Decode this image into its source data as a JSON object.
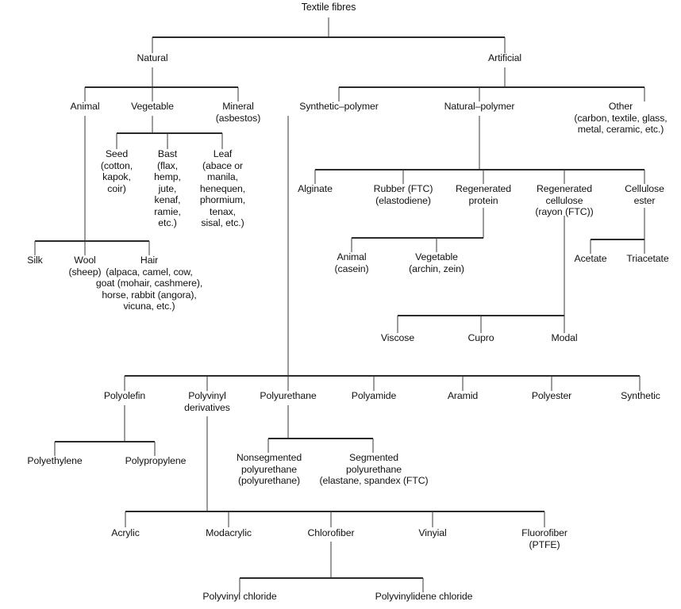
{
  "diagram": {
    "title": "Textile fibres",
    "type": "hierarchy-tree",
    "line_color": "#333333",
    "thick_line_color": "#2b2b2b",
    "background": "#ffffff",
    "text_color": "#111111"
  },
  "nodes": {
    "root": {
      "label": "Textile fibres"
    },
    "natural": {
      "label": "Natural"
    },
    "artificial": {
      "label": "Artificial"
    },
    "animal": {
      "label": "Animal"
    },
    "vegetable": {
      "label": "Vegetable"
    },
    "mineral": {
      "label": "Mineral\n(asbestos)"
    },
    "synthetic_polymer": {
      "label": "Synthetic–polymer"
    },
    "natural_polymer": {
      "label": "Natural–polymer"
    },
    "other": {
      "label": "Other\n(carbon, textile, glass,\nmetal, ceramic, etc.)"
    },
    "seed": {
      "label": "Seed\n(cotton,\nkapok,\ncoir)"
    },
    "bast": {
      "label": "Bast\n(flax,\nhemp,\njute,\nkenaf,\nramie,\netc.)"
    },
    "leaf": {
      "label": "Leaf\n(abace or\nmanila,\nhenequen,\nphormium,\ntenax,\nsisal, etc.)"
    },
    "silk": {
      "label": "Silk"
    },
    "wool": {
      "label": "Wool\n(sheep)"
    },
    "hair": {
      "label": "Hair\n(alpaca, camel, cow,\ngoat (mohair, cashmere),\nhorse, rabbit (angora),\nvicuna, etc.)"
    },
    "alginate": {
      "label": "Alginate"
    },
    "rubber": {
      "label": "Rubber (FTC)\n(elastodiene)"
    },
    "regen_protein": {
      "label": "Regenerated\nprotein"
    },
    "regen_cellulose": {
      "label": "Regenerated\ncellulose\n(rayon (FTC))"
    },
    "cellulose_ester": {
      "label": "Cellulose\nester"
    },
    "protein_animal": {
      "label": "Animal\n(casein)"
    },
    "protein_vegetable": {
      "label": "Vegetable\n(archin, zein)"
    },
    "acetate": {
      "label": "Acetate"
    },
    "triacetate": {
      "label": "Triacetate"
    },
    "viscose": {
      "label": "Viscose"
    },
    "cupro": {
      "label": "Cupro"
    },
    "modal": {
      "label": "Modal"
    },
    "polyolefin": {
      "label": "Polyolefin"
    },
    "polyvinyl_derivatives": {
      "label": "Polyvinyl\nderivatives"
    },
    "polyurethane": {
      "label": "Polyurethane"
    },
    "polyamide": {
      "label": "Polyamide"
    },
    "aramid": {
      "label": "Aramid"
    },
    "polyester": {
      "label": "Polyester"
    },
    "synthetic": {
      "label": "Synthetic"
    },
    "polyethylene": {
      "label": "Polyethylene"
    },
    "polypropylene": {
      "label": "Polypropylene"
    },
    "nonsegmented_pu": {
      "label": "Nonsegmented\npolyurethane\n(polyurethane)"
    },
    "segmented_pu": {
      "label": "Segmented\npolyurethane\n(elastane, spandex (FTC)"
    },
    "acrylic": {
      "label": "Acrylic"
    },
    "modacrylic": {
      "label": "Modacrylic"
    },
    "chlorofiber": {
      "label": "Chlorofiber"
    },
    "vinyial": {
      "label": "Vinyial"
    },
    "fluorofiber": {
      "label": "Fluorofiber\n(PTFE)"
    },
    "pvc": {
      "label": "Polyvinyl chloride"
    },
    "pvdc": {
      "label": "Polyvinylidene chloride"
    }
  }
}
